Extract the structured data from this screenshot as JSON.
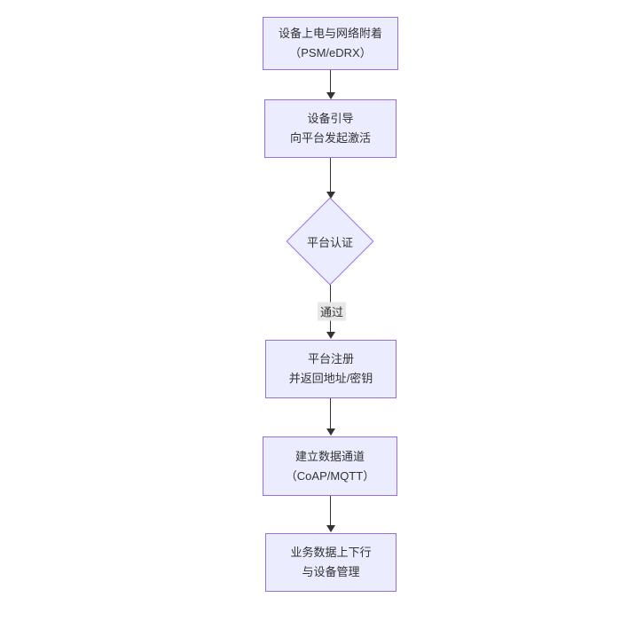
{
  "diagram": {
    "type": "flowchart",
    "direction": "top-down",
    "background": "#ffffff",
    "colors": {
      "node_fill": "#ECECFF",
      "node_border": "#9370DB",
      "node_text": "#333333",
      "edge_line": "#333333",
      "edge_label_bg": "#e8e8e8"
    },
    "nodes": [
      {
        "id": "A",
        "shape": "rect",
        "line1": "设备上电与网络附着",
        "line2": "（PSM/eDRX）"
      },
      {
        "id": "B",
        "shape": "rect",
        "line1": "设备引导",
        "line2": "向平台发起激活"
      },
      {
        "id": "C",
        "shape": "diamond",
        "line1": "平台认证",
        "line2": ""
      },
      {
        "id": "D",
        "shape": "rect",
        "line1": "平台注册",
        "line2": "并返回地址/密钥"
      },
      {
        "id": "E",
        "shape": "rect",
        "line1": "建立数据通道",
        "line2": "（CoAP/MQTT）"
      },
      {
        "id": "F",
        "shape": "rect",
        "line1": "业务数据上下行",
        "line2": "与设备管理"
      }
    ],
    "edges": [
      {
        "from": "A",
        "to": "B",
        "label": ""
      },
      {
        "from": "B",
        "to": "C",
        "label": ""
      },
      {
        "from": "C",
        "to": "D",
        "label": "通过"
      },
      {
        "from": "D",
        "to": "E",
        "label": ""
      },
      {
        "from": "E",
        "to": "F",
        "label": ""
      }
    ]
  }
}
